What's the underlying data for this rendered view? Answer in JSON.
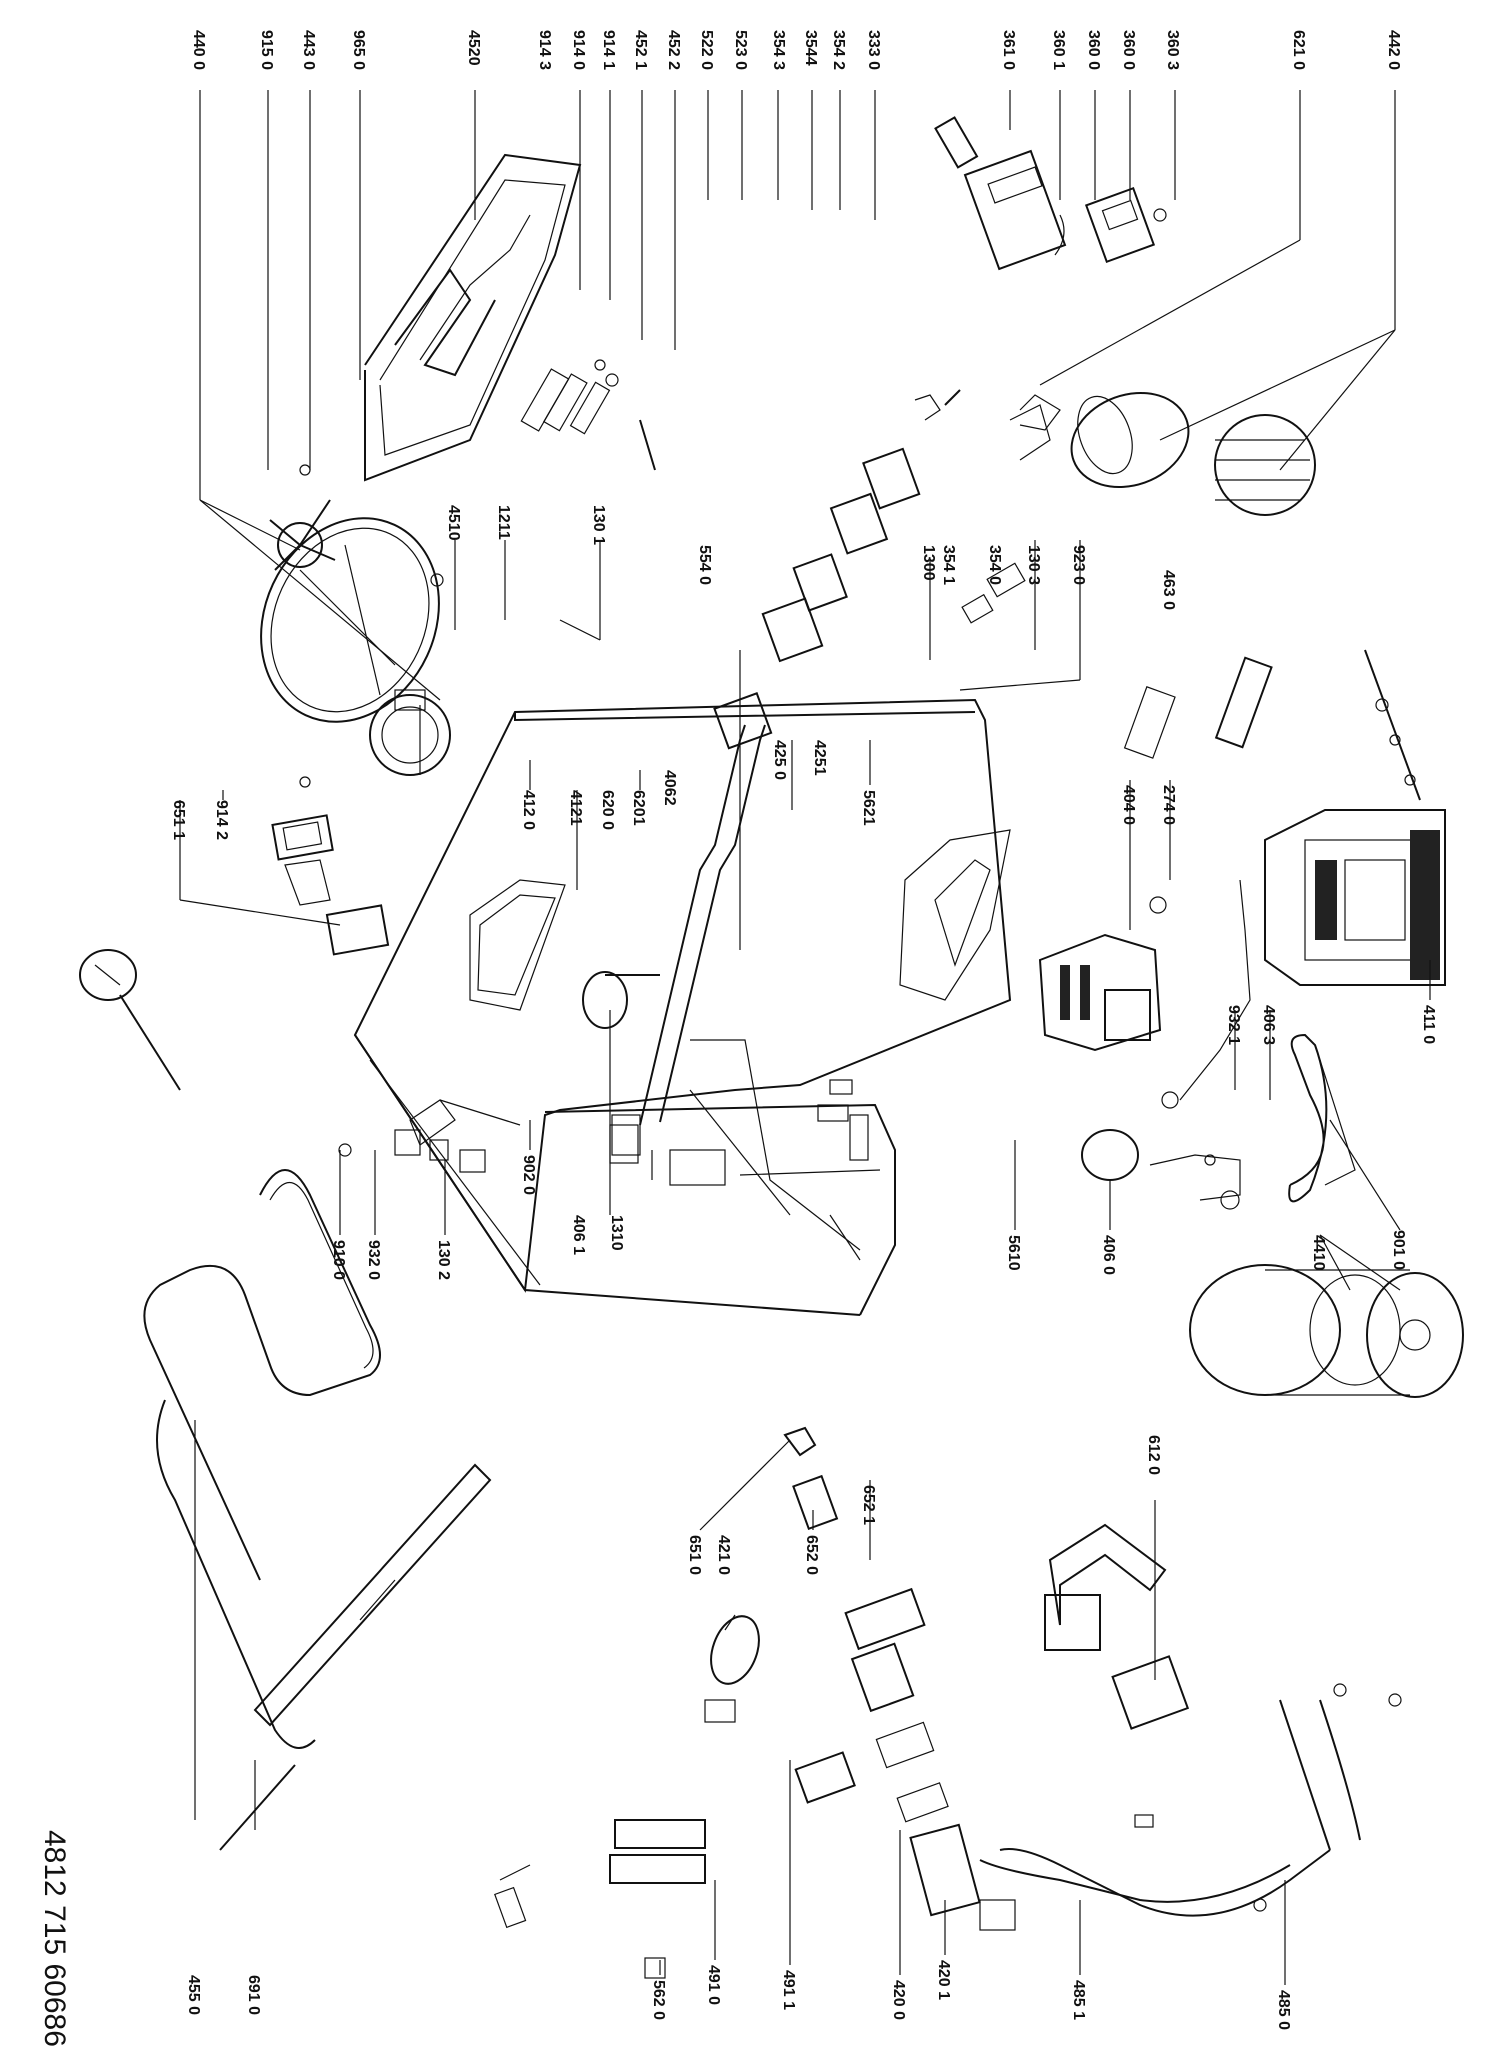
{
  "document_number": "4812 715 60686",
  "part_labels": [
    {
      "id": "4420",
      "text": "442 0"
    },
    {
      "id": "6210",
      "text": "621 0"
    },
    {
      "id": "3603",
      "text": "360 3"
    },
    {
      "id": "3600",
      "text": "360 0"
    },
    {
      "id": "3600b",
      "text": "360 0"
    },
    {
      "id": "3601",
      "text": "360 1"
    },
    {
      "id": "3610",
      "text": "361 0"
    },
    {
      "id": "3330",
      "text": "333 0"
    },
    {
      "id": "3542",
      "text": "354 2"
    },
    {
      "id": "3544",
      "text": "3544"
    },
    {
      "id": "5230",
      "text": "523 0"
    },
    {
      "id": "5220",
      "text": "522 0"
    },
    {
      "id": "4522",
      "text": "452 2"
    },
    {
      "id": "4521",
      "text": "452 1"
    },
    {
      "id": "9141",
      "text": "914 1"
    },
    {
      "id": "9140",
      "text": "914 0"
    },
    {
      "id": "9143",
      "text": "914 3"
    },
    {
      "id": "4520",
      "text": "4520"
    },
    {
      "id": "9650",
      "text": "965 0"
    },
    {
      "id": "4430",
      "text": "443 0"
    },
    {
      "id": "9150",
      "text": "915 0"
    },
    {
      "id": "4400",
      "text": "440 0"
    },
    {
      "id": "3543",
      "text": "354 3"
    },
    {
      "id": "5540",
      "text": "554 0"
    },
    {
      "id": "3541",
      "text": "354 1"
    },
    {
      "id": "1300",
      "text": "1300"
    },
    {
      "id": "3540",
      "text": "354 0"
    },
    {
      "id": "1303",
      "text": "130 3"
    },
    {
      "id": "9230",
      "text": "923 0"
    },
    {
      "id": "4630",
      "text": "463 0"
    },
    {
      "id": "1301",
      "text": "130 1"
    },
    {
      "id": "1211",
      "text": "1211"
    },
    {
      "id": "4510",
      "text": "4510"
    },
    {
      "id": "9142",
      "text": "914 2"
    },
    {
      "id": "6511",
      "text": "651 1"
    },
    {
      "id": "4120",
      "text": "412 0"
    },
    {
      "id": "4121",
      "text": "4121"
    },
    {
      "id": "6200",
      "text": "620 0"
    },
    {
      "id": "6201",
      "text": "6201"
    },
    {
      "id": "4062",
      "text": "4062"
    },
    {
      "id": "4250",
      "text": "425 0"
    },
    {
      "id": "4251",
      "text": "4251"
    },
    {
      "id": "5621",
      "text": "5621"
    },
    {
      "id": "2740",
      "text": "274 0"
    },
    {
      "id": "4040",
      "text": "404 0"
    },
    {
      "id": "4110",
      "text": "411 0"
    },
    {
      "id": "4063",
      "text": "406 3"
    },
    {
      "id": "9321",
      "text": "932 1"
    },
    {
      "id": "9010",
      "text": "901 0"
    },
    {
      "id": "4060",
      "text": "406 0"
    },
    {
      "id": "5610",
      "text": "5610"
    },
    {
      "id": "4410",
      "text": "4410"
    },
    {
      "id": "9100",
      "text": "910 0"
    },
    {
      "id": "9320",
      "text": "932 0"
    },
    {
      "id": "1302",
      "text": "130 2"
    },
    {
      "id": "9020",
      "text": "902 0"
    },
    {
      "id": "4061",
      "text": "406 1"
    },
    {
      "id": "1310",
      "text": "1310"
    },
    {
      "id": "6520",
      "text": "652 0"
    },
    {
      "id": "6521",
      "text": "652 1"
    },
    {
      "id": "4210",
      "text": "421 0"
    },
    {
      "id": "6510",
      "text": "651 0"
    },
    {
      "id": "6120",
      "text": "612 0"
    },
    {
      "id": "4550",
      "text": "455 0"
    },
    {
      "id": "6910",
      "text": "691 0"
    },
    {
      "id": "5620",
      "text": "562 0"
    },
    {
      "id": "4910",
      "text": "491 0"
    },
    {
      "id": "4911",
      "text": "491 1"
    },
    {
      "id": "4200",
      "text": "420 0"
    },
    {
      "id": "4201",
      "text": "420 1"
    },
    {
      "id": "4851",
      "text": "485 1"
    },
    {
      "id": "4850",
      "text": "485 0"
    }
  ]
}
